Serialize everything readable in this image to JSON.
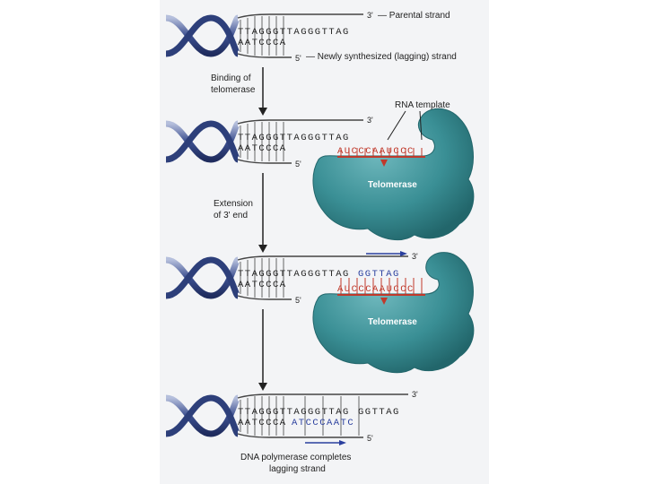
{
  "labels": {
    "parental_strand": "— Parental strand",
    "lagging_strand": "— Newly synthesized (lagging) strand",
    "binding": [
      "Binding of",
      "telomerase"
    ],
    "extension": [
      "Extension",
      "of 3' end"
    ],
    "rna_template": "RNA template",
    "telomerase": "Telomerase",
    "completes": [
      "DNA polymerase completes",
      "lagging strand"
    ]
  },
  "ends": {
    "three": "3'",
    "five": "5'"
  },
  "sequences": {
    "top_short": "TTAGGGTTAGGGTTAG",
    "bottom_short": "AATCCCA",
    "rna": "AUCCCAAUCCC",
    "top_ext_black": "TTAGGGTTAGGGTTAG",
    "top_ext_blue": "GGTTAG",
    "bottom_final_black": "AATCCCA",
    "bottom_final_blue": "ATCCCAATC"
  },
  "colors": {
    "rna": "#c0392b",
    "new_dna": "#2a3f9e",
    "enzyme": "#3a8f95",
    "helix_dark": "#2d3f7a",
    "helix_light": "#9aa6c8"
  }
}
